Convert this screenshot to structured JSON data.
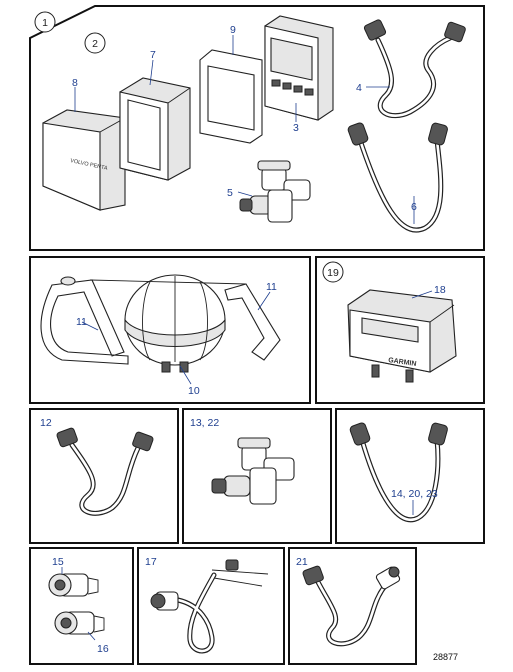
{
  "figure_number": "28877",
  "group_markers": {
    "group_1": "1",
    "group_2": "2",
    "group_19": "19"
  },
  "callouts": {
    "c3": "3",
    "c4": "4",
    "c5": "5",
    "c6": "6",
    "c7": "7",
    "c8": "8",
    "c9": "9",
    "c10": "10",
    "c11_right": "11",
    "c11_left": "11",
    "c12": "12",
    "c13_22": "13, 22",
    "c14_20_23": "14, 20, 23",
    "c15": "15",
    "c16": "16",
    "c17": "17",
    "c18": "18",
    "c21": "21"
  },
  "brand_marks": {
    "garmin": "GARMIN",
    "volvo_penta": "VOLVO PENTA"
  }
}
